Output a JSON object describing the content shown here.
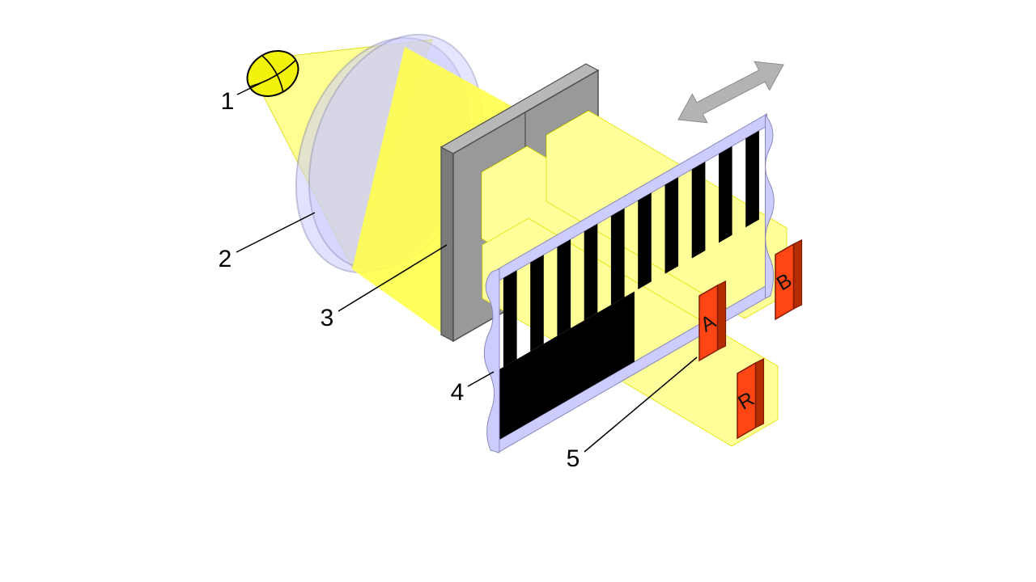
{
  "figure": {
    "type": "optical-encoder-diagram",
    "background": "#ffffff",
    "callouts": [
      {
        "number": "1",
        "target": "light-source"
      },
      {
        "number": "2",
        "target": "condenser-lens"
      },
      {
        "number": "3",
        "target": "aperture-mask"
      },
      {
        "number": "4",
        "target": "code-strip"
      },
      {
        "number": "5",
        "target": "photodetector"
      }
    ],
    "detectors": [
      {
        "letter": "A"
      },
      {
        "letter": "B"
      },
      {
        "letter": "R"
      }
    ],
    "colors": {
      "beam_pale_yellow": "#ffff99",
      "beam_bright_yellow": "#ffff4d",
      "cone_yellow": "#ffff8c",
      "bulb_yellow": "#f2f20d",
      "lens_lavender": "#ccccff",
      "strip_lavender": "#ccccff",
      "mask_gray_front": "#999999",
      "mask_gray_top": "#b8b8b8",
      "mask_gray_side": "#7a7a7a",
      "stripe_black": "#000000",
      "detector_orange": "#ff4514",
      "arrow_gray": "#b3b3b3"
    }
  }
}
